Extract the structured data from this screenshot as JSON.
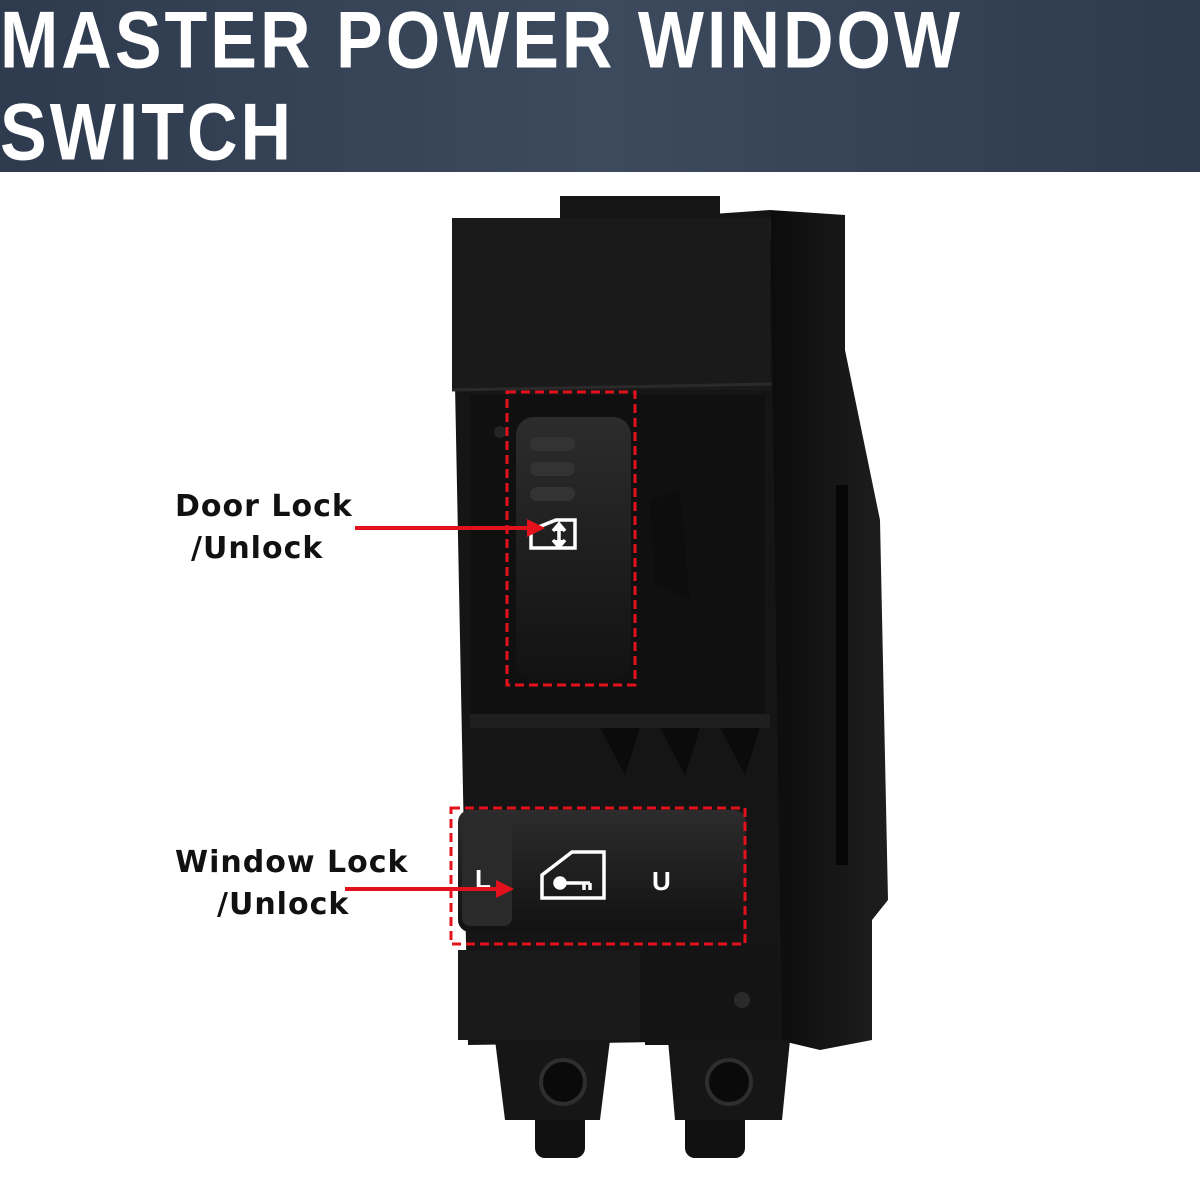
{
  "banner": {
    "title": "MASTER POWER WINDOW SWITCH"
  },
  "callouts": {
    "door_lock": {
      "line1": "Door Lock",
      "line2": "/Unlock"
    },
    "window_lock": {
      "line1": "Window Lock",
      "line2": "/Unlock"
    }
  },
  "switch_letters": {
    "left": "L",
    "right": "U"
  },
  "colors": {
    "banner": "#334056",
    "callout": "#e3111b",
    "body": "#141414",
    "icon": "#ffffff"
  }
}
